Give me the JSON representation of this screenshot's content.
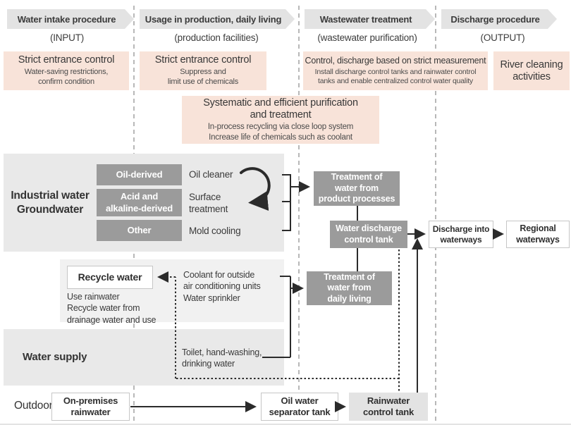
{
  "columns": [
    {
      "header": "Water intake procedure",
      "sub": "(INPUT)",
      "note_title": "Strict entrance control",
      "note_body": "Water-saving restrictions,\nconfirm condition"
    },
    {
      "header": "Usage in production, daily living",
      "sub": "(production facilities)",
      "note_title": "Strict entrance control",
      "note_body": "Suppress and\nlimit use of chemicals"
    },
    {
      "header": "Wastewater treatment",
      "sub": "(wastewater purification)",
      "note_title": "Control, discharge based on strict measurement",
      "note_body": "Install discharge control tanks and rainwater control\ntanks and enable centralized control water quality"
    },
    {
      "header": "Discharge procedure",
      "sub": "(OUTPUT)",
      "note_title": "River cleaning\nactivities"
    }
  ],
  "purification": {
    "title": "Systematic and efficient purification\nand treatment",
    "body": "In-process recycling via close loop system\nIncrease life of chemicals such as coolant"
  },
  "industrial": {
    "label": "Industrial water\nGroundwater",
    "rows": [
      {
        "tag": "Oil-derived",
        "process": "Oil cleaner"
      },
      {
        "tag": "Acid and\nalkaline-derived",
        "process": "Surface\ntreatment"
      },
      {
        "tag": "Other",
        "process": "Mold cooling"
      }
    ]
  },
  "treatment": {
    "product": "Treatment of\nwater from\nproduct processes",
    "discharge_tank": "Water discharge\ncontrol tank",
    "daily": "Treatment of\nwater from\ndaily living"
  },
  "discharge": {
    "into_waterways": "Discharge into\nwaterways",
    "regional": "Regional\nwaterways"
  },
  "recycle": {
    "box_label": "Recycle water",
    "description": "Use rainwater\nRecycle water from\ndrainage water and use",
    "coolant": "Coolant for outside\nair conditioning units\nWater sprinkler"
  },
  "water_supply": {
    "label": "Water supply",
    "items": "Toilet, hand-washing,\ndrinking water"
  },
  "outdoor": {
    "label": "Outdoor",
    "rainwater": "On-premises\nrainwater",
    "separator": "Oil water\nseparator tank",
    "rain_tank": "Rainwater\ncontrol tank"
  },
  "colors": {
    "note_bg": "#f8e3d9",
    "panel_bg": "#e9e9e9",
    "dark_box_bg": "#9b9b9b",
    "banner_bg": "#e3e3e3",
    "line": "#2b2b2b",
    "divider": "#b8b8b8",
    "text": "#3a3a3a"
  }
}
